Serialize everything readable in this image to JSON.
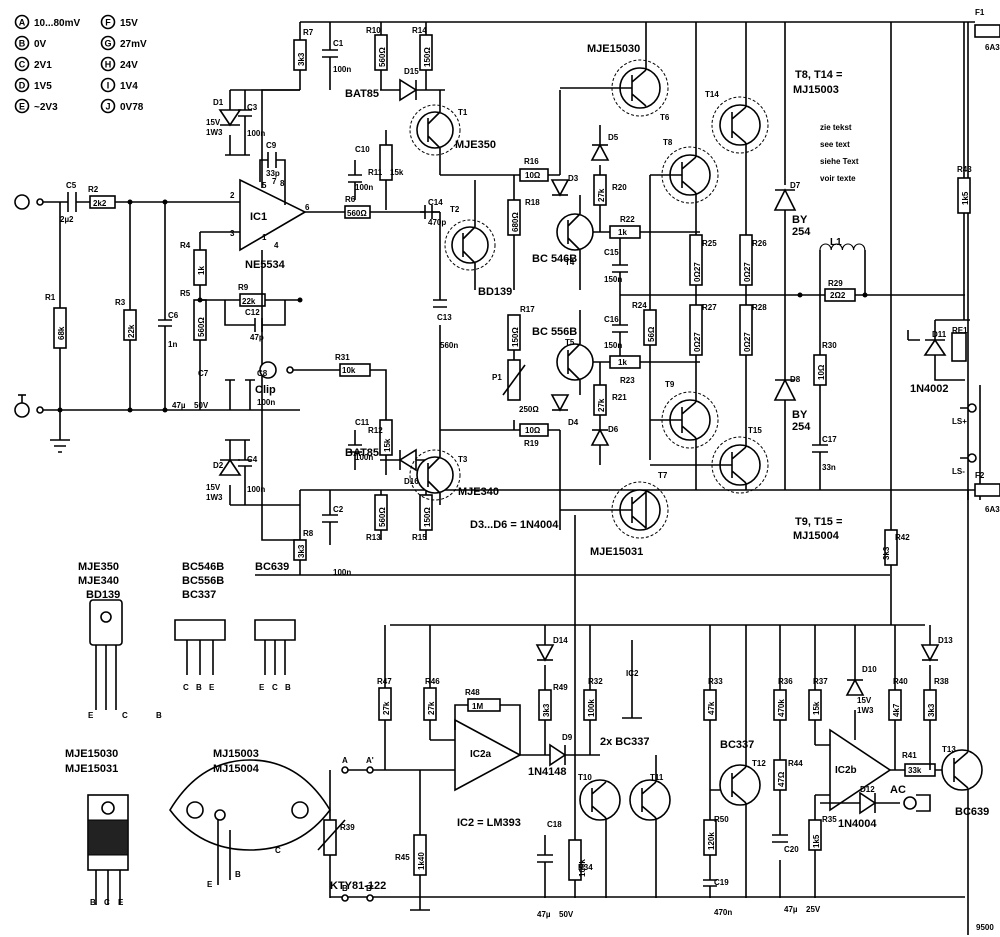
{
  "legend": {
    "voltages": [
      {
        "key": "A",
        "value": "10...80mV"
      },
      {
        "key": "B",
        "value": "0V"
      },
      {
        "key": "C",
        "value": "2V1"
      },
      {
        "key": "D",
        "value": "1V5"
      },
      {
        "key": "E",
        "value": "~2V3"
      },
      {
        "key": "F",
        "value": "15V"
      },
      {
        "key": "G",
        "value": "27mV"
      },
      {
        "key": "H",
        "value": "24V"
      },
      {
        "key": "I",
        "value": "1V4"
      },
      {
        "key": "J",
        "value": "0V78"
      }
    ]
  },
  "notes": {
    "t8_t14": "T8, T14 =",
    "t8_t14_type": "MJ15003",
    "t9_t15": "T9, T15 =",
    "t9_t15_type": "MJ15004",
    "zie": "zie tekst",
    "see": "see text",
    "siehe": "siehe Text",
    "voir": "voir texte",
    "diodes": "D3...D6 = 1N4004",
    "ic2": "IC2 = LM393",
    "bc337x2": "2x BC337"
  },
  "components": {
    "ic1": "IC1",
    "ic1_type": "NE5534",
    "ic2a": "IC2a",
    "ic2b": "IC2b",
    "ic2": "IC2",
    "t1": "T1",
    "t1_type": "MJE350",
    "t2": "T2",
    "t2_type": "BD139",
    "t3": "T3",
    "t3_type": "MJE340",
    "t4": "T4",
    "t4_type": "BC 546B",
    "t5": "T5",
    "t5_type": "BC 556B",
    "t6": "T6",
    "t6_type": "MJE15030",
    "t7": "T7",
    "t7_type": "MJE15031",
    "t8": "T8",
    "t9": "T9",
    "t14": "T14",
    "t15": "T15",
    "t10": "T10",
    "t11": "T11",
    "t12": "T12",
    "t12_type": "BC337",
    "t13": "T13",
    "t13_type": "BC639",
    "d1": "D1",
    "d1_type1": "15V",
    "d1_type2": "1W3",
    "d2": "D2",
    "d2_type1": "15V",
    "d2_type2": "1W3",
    "d7": "D7",
    "d7_type1": "BY",
    "d7_type2": "254",
    "d8": "D8",
    "d8_type1": "BY",
    "d8_type2": "254",
    "d9": "D9",
    "d9_type": "1N4148",
    "d10": "D10",
    "d10_type1": "15V",
    "d10_type2": "1W3",
    "d11": "D11",
    "d11_type": "1N4002",
    "d12": "D12",
    "d12_type": "1N4004",
    "d13": "D13",
    "d14": "D14",
    "d15": "D15",
    "d15_type": "BAT85",
    "d16": "D16",
    "d16_type": "BAT85",
    "d3": "D3",
    "d4": "D4",
    "d5": "D5",
    "d6": "D6",
    "l1": "L1",
    "re1": "RE1",
    "p1": "P1",
    "p1_val": "250Ω",
    "f1": "F1",
    "f1_val": "6A3",
    "f2": "F2",
    "f2_val": "6A3",
    "r39_type": "KTY81-122",
    "clip": "Clip",
    "ac": "AC",
    "ls_plus": "LS+",
    "ls_minus": "LS-"
  },
  "resistors": [
    {
      "ref": "R1",
      "val": "68k"
    },
    {
      "ref": "R2",
      "val": "2k2"
    },
    {
      "ref": "R3",
      "val": "22k"
    },
    {
      "ref": "R4",
      "val": "1k"
    },
    {
      "ref": "R5",
      "val": "560Ω"
    },
    {
      "ref": "R6",
      "val": "560Ω"
    },
    {
      "ref": "R7",
      "val": "3k3"
    },
    {
      "ref": "R8",
      "val": "3k3"
    },
    {
      "ref": "R9",
      "val": "22k"
    },
    {
      "ref": "R10",
      "val": "560Ω"
    },
    {
      "ref": "R11",
      "val": "15k"
    },
    {
      "ref": "R12",
      "val": "15k"
    },
    {
      "ref": "R13",
      "val": "560Ω"
    },
    {
      "ref": "R14",
      "val": "150Ω"
    },
    {
      "ref": "R15",
      "val": "150Ω"
    },
    {
      "ref": "R16",
      "val": "10Ω"
    },
    {
      "ref": "R17",
      "val": "150Ω"
    },
    {
      "ref": "R18",
      "val": "680Ω"
    },
    {
      "ref": "R19",
      "val": "10Ω"
    },
    {
      "ref": "R20",
      "val": "27k"
    },
    {
      "ref": "R21",
      "val": "27k"
    },
    {
      "ref": "R22",
      "val": "1k"
    },
    {
      "ref": "R23",
      "val": "1k"
    },
    {
      "ref": "R24",
      "val": "56Ω"
    },
    {
      "ref": "R25",
      "val": "0Ω27"
    },
    {
      "ref": "R26",
      "val": "0Ω27"
    },
    {
      "ref": "R27",
      "val": "0Ω27"
    },
    {
      "ref": "R28",
      "val": "0Ω27"
    },
    {
      "ref": "R29",
      "val": "2Ω2"
    },
    {
      "ref": "R30",
      "val": "10Ω"
    },
    {
      "ref": "R31",
      "val": "10k"
    },
    {
      "ref": "R32",
      "val": "100k"
    },
    {
      "ref": "R33",
      "val": "47k"
    },
    {
      "ref": "R34",
      "val": "100k"
    },
    {
      "ref": "R35",
      "val": "1k5"
    },
    {
      "ref": "R36",
      "val": "470k"
    },
    {
      "ref": "R37",
      "val": "15k"
    },
    {
      "ref": "R38",
      "val": "3k3"
    },
    {
      "ref": "R39",
      "val": ""
    },
    {
      "ref": "R40",
      "val": "4k7"
    },
    {
      "ref": "R41",
      "val": "33k"
    },
    {
      "ref": "R42",
      "val": "3k3"
    },
    {
      "ref": "R43",
      "val": "1k5"
    },
    {
      "ref": "R44",
      "val": "47Ω"
    },
    {
      "ref": "R45",
      "val": "1k40"
    },
    {
      "ref": "R46",
      "val": "27k"
    },
    {
      "ref": "R47",
      "val": "27k"
    },
    {
      "ref": "R48",
      "val": "1M"
    },
    {
      "ref": "R49",
      "val": "3k3"
    },
    {
      "ref": "R50",
      "val": "120k"
    }
  ],
  "capacitors": [
    {
      "ref": "C1",
      "val": "100n"
    },
    {
      "ref": "C2",
      "val": "100n"
    },
    {
      "ref": "C3",
      "val": "100n"
    },
    {
      "ref": "C4",
      "val": "100n"
    },
    {
      "ref": "C5",
      "val": "2µ2"
    },
    {
      "ref": "C6",
      "val": "1n"
    },
    {
      "ref": "C7",
      "val": "47µ",
      "val2": "50V"
    },
    {
      "ref": "C8",
      "val": "100n"
    },
    {
      "ref": "C9",
      "val": "33p"
    },
    {
      "ref": "C10",
      "val": "100n"
    },
    {
      "ref": "C11",
      "val": "100n"
    },
    {
      "ref": "C12",
      "val": "47p"
    },
    {
      "ref": "C13",
      "val": "560n"
    },
    {
      "ref": "C14",
      "val": "470p"
    },
    {
      "ref": "C15",
      "val": "150n"
    },
    {
      "ref": "C16",
      "val": "150n"
    },
    {
      "ref": "C17",
      "val": "33n"
    },
    {
      "ref": "C18",
      "val": "47µ",
      "val2": "50V"
    },
    {
      "ref": "C19",
      "val": "470n"
    },
    {
      "ref": "C20",
      "val": "47µ",
      "val2": "25V"
    }
  ],
  "packages": {
    "p1_line1": "MJE350",
    "p1_line2": "MJE340",
    "p1_line3": "BD139",
    "p1_pins": [
      "E",
      "C",
      "B"
    ],
    "p2_line1": "BC546B",
    "p2_line2": "BC556B",
    "p2_line3": "BC337",
    "p2_pins": [
      "C",
      "B",
      "E"
    ],
    "p3_line1": "BC639",
    "p3_pins": [
      "E",
      "C",
      "B"
    ],
    "p4_line1": "MJE15030",
    "p4_line2": "MJE15031",
    "p4_pins": [
      "B",
      "C",
      "E"
    ],
    "p5_line1": "MJ15003",
    "p5_line2": "MJ15004",
    "p5_pins": [
      "E",
      "B",
      "C"
    ]
  },
  "pin_numbers": [
    "2",
    "3",
    "5",
    "6",
    "7",
    "8",
    "1",
    "4"
  ],
  "connectors": [
    "A",
    "A'",
    "B",
    "B'"
  ],
  "figure_number": "9500"
}
